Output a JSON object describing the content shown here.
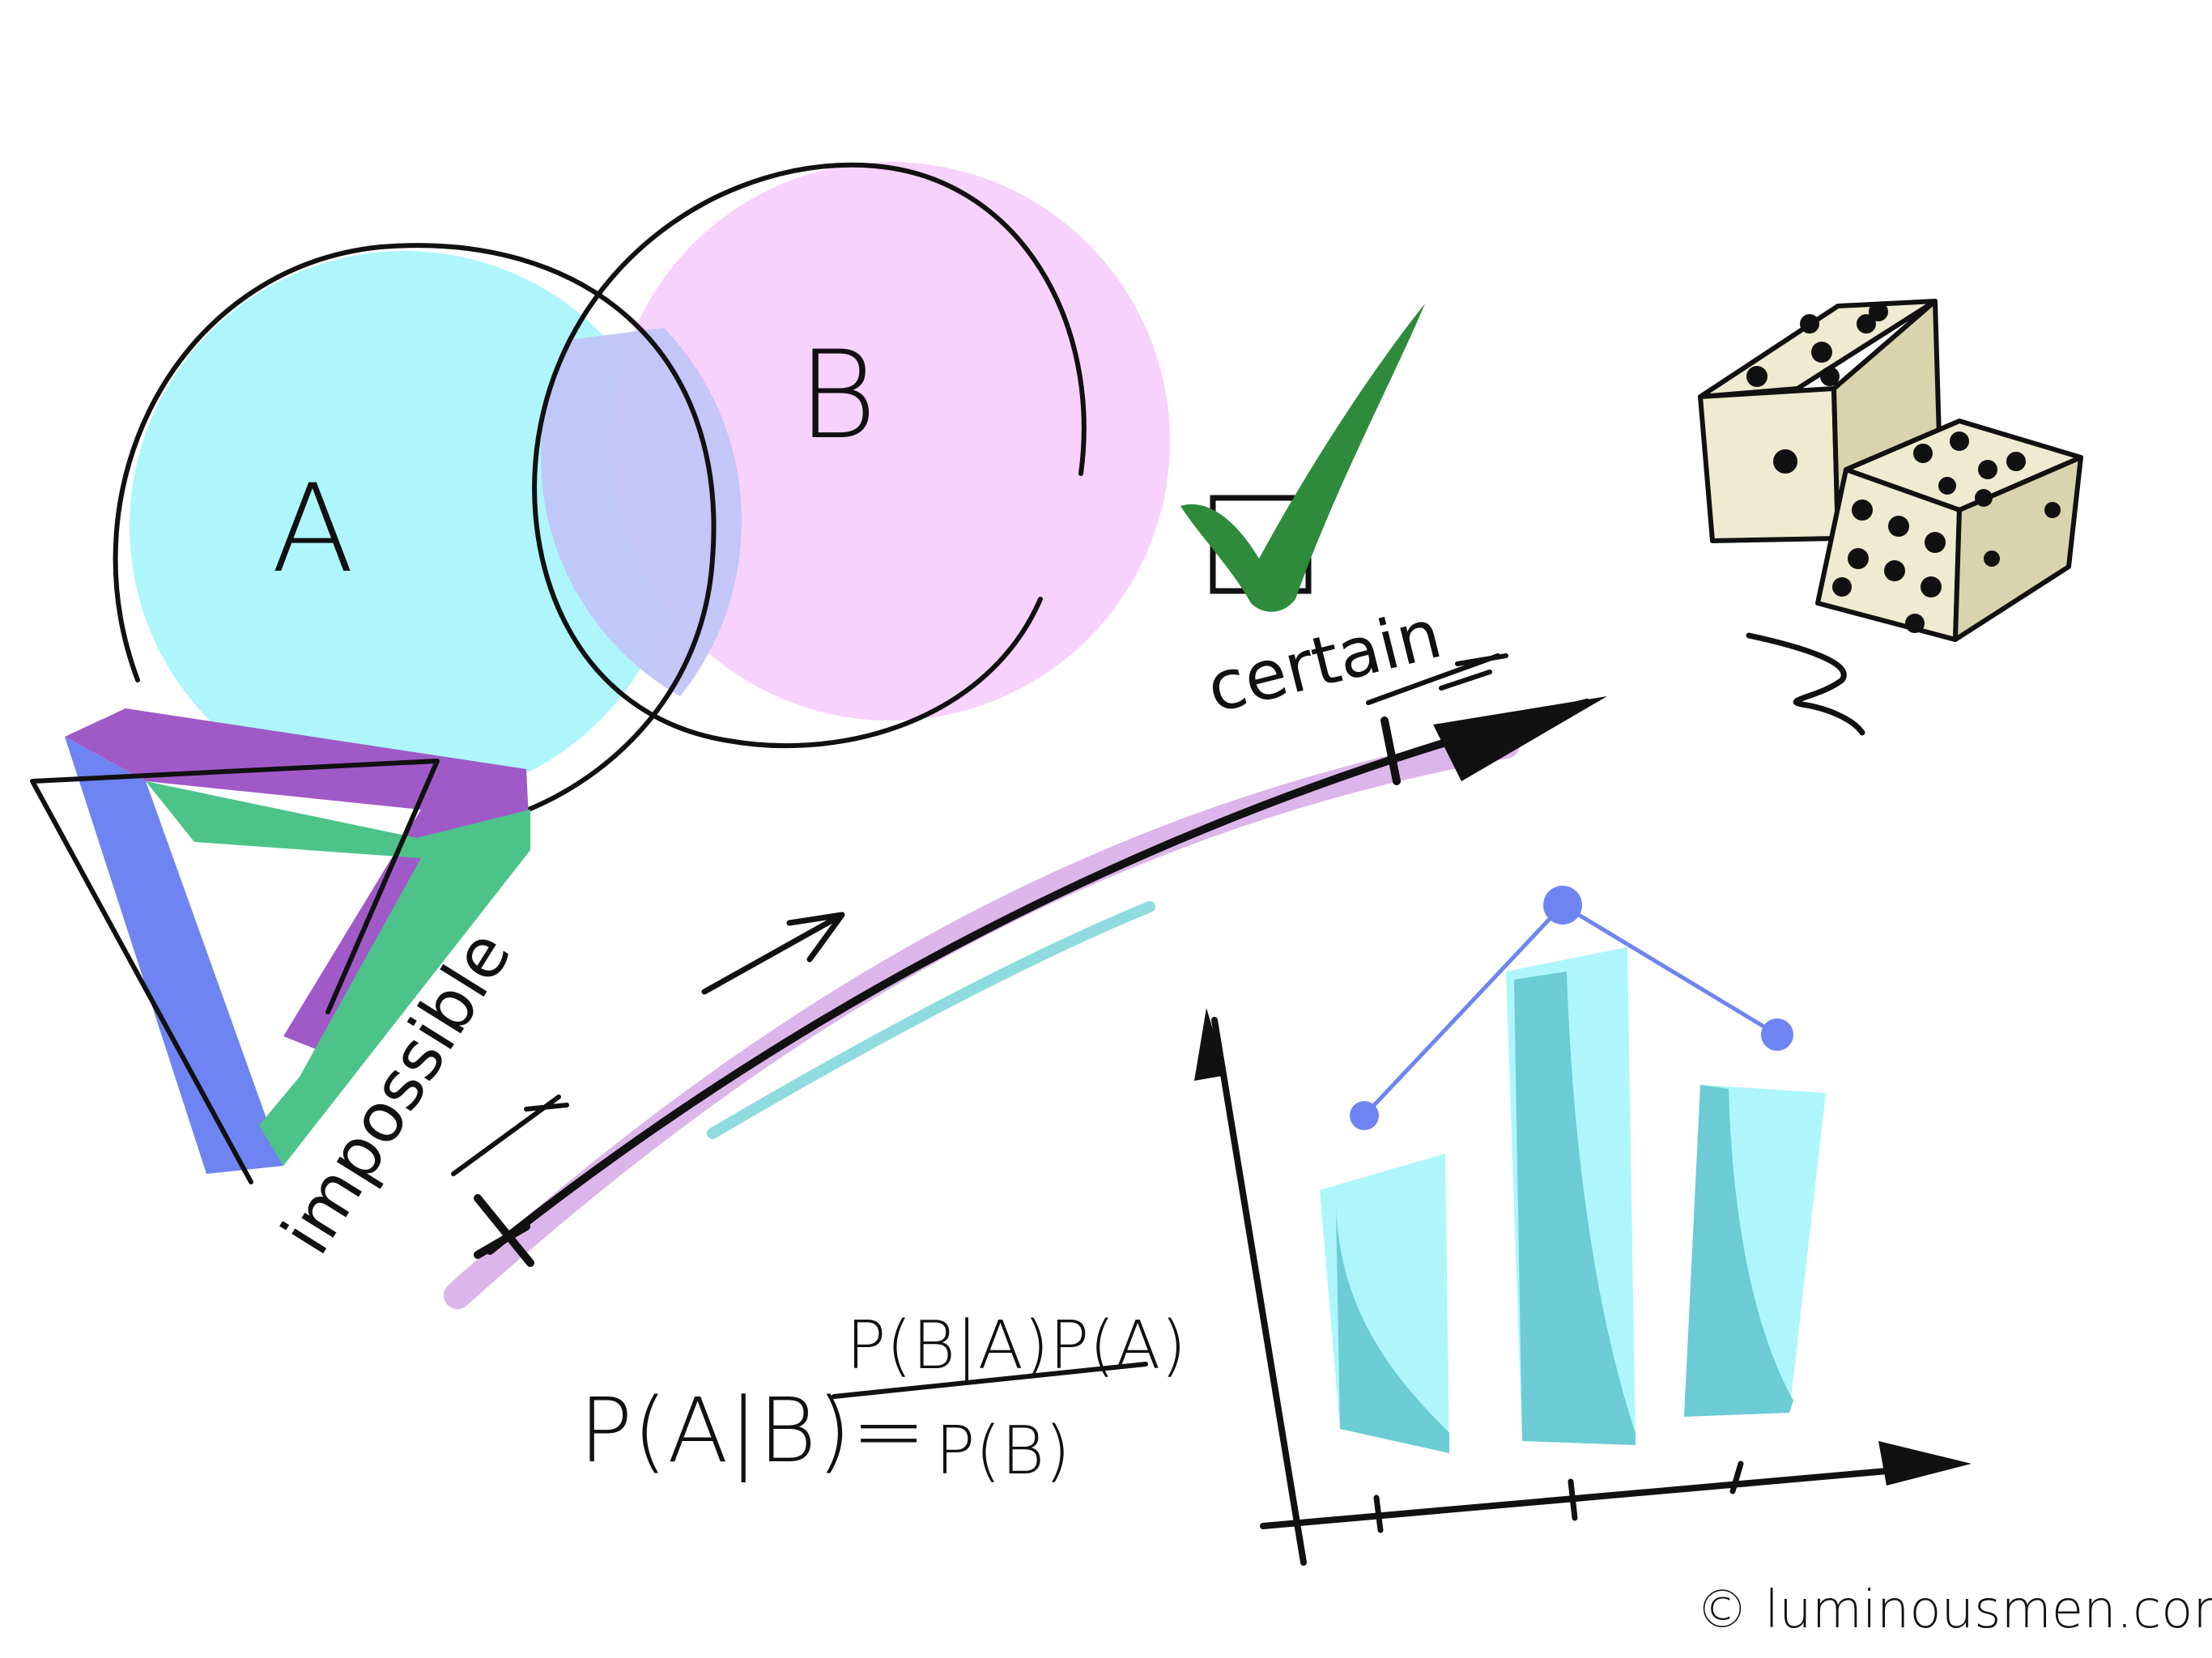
{
  "venn": {
    "label_a": "A",
    "label_b": "B",
    "color_a": "#aef6fb",
    "color_b": "#f7d2fc",
    "color_overlap": "#c0c5f7"
  },
  "scale": {
    "impossible_label": "impossible",
    "certain_label": "certain",
    "highlight_color": "#d6a8e6"
  },
  "formula": {
    "left": "P(A|B)=",
    "numerator": "P(B|A)P(A)",
    "denominator": "P(B)"
  },
  "penrose": {
    "colors": [
      "#a05ac8",
      "#6e84f2",
      "#4cc489"
    ]
  },
  "bar_chart": {
    "bar_color": "#aef6fb",
    "bar_shade": "#6ccbd4",
    "line_color": "#6e84f2",
    "bars": 3
  },
  "checkmark": {
    "color": "#2e8b3c"
  },
  "dice": {
    "face_color": "#eeebd0"
  },
  "credit": "© luminousmen.com"
}
